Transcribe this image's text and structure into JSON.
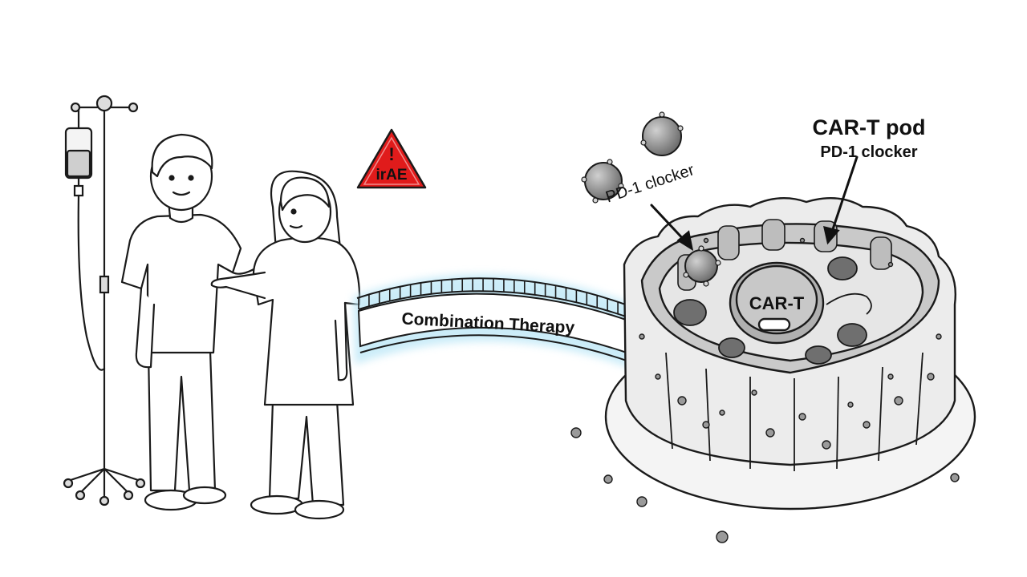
{
  "warning": {
    "symbol": "!",
    "label": "irAE",
    "color": "#e01b1b"
  },
  "bridge": {
    "label": "Combination Therapy",
    "glow": "#9fd8f0"
  },
  "cell": {
    "nucleus_label": "CAR-T",
    "pod_label_line1": "CAR-T pod",
    "pod_label_line2": "PD-1 clocker",
    "blocker_label": "PD-1 clocker"
  },
  "colors": {
    "ink": "#1a1a1a",
    "cell_fill": "#efefef",
    "cell_inner": "#d9d9d9",
    "particle": "#9a9a9a"
  }
}
